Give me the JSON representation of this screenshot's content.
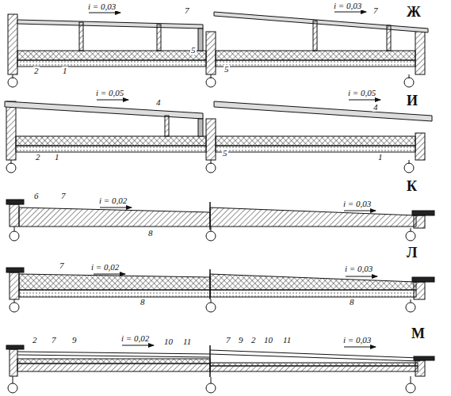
{
  "diagram": {
    "labels": [
      "i = 0,03",
      "7",
      "i = 0,03",
      "7",
      "Ж",
      "5",
      "5",
      "2",
      "1",
      "i = 0,05",
      "4",
      "i = 0,05",
      "4",
      "И",
      "2",
      "1",
      "5",
      "1",
      "К",
      "6",
      "7",
      "i = 0,02",
      "i = 0,03",
      "8",
      "Л",
      "7",
      "i = 0,02",
      "i = 0,03",
      "8",
      "8",
      "М",
      "2",
      "7",
      "9",
      "i = 0,02",
      "10",
      "11",
      "7",
      "9",
      "2",
      "10",
      "11",
      "i = 0,03"
    ]
  }
}
